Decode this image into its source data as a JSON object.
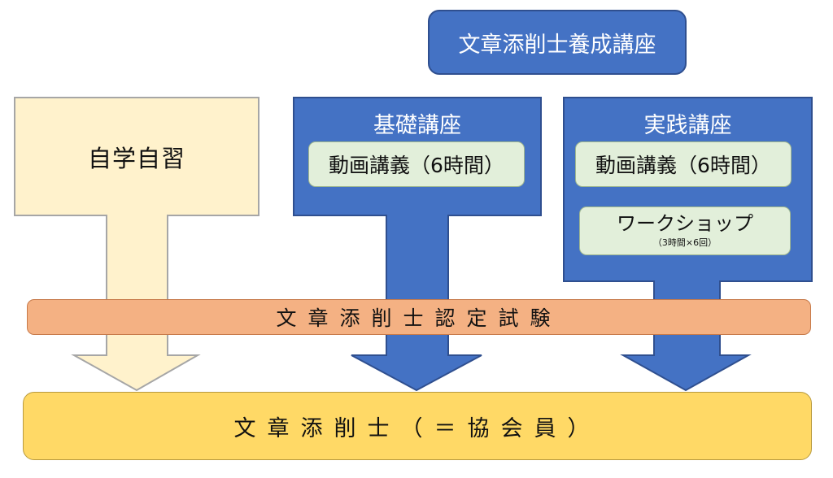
{
  "header": {
    "title": "文章添削士養成講座"
  },
  "self_study": {
    "label": "自学自習"
  },
  "basic_course": {
    "title": "基礎講座",
    "video_lecture": "動画講義（6時間）"
  },
  "practical_course": {
    "title": "実践講座",
    "video_lecture": "動画講義（6時間）",
    "workshop_title": "ワークショップ",
    "workshop_detail": "（3時間×6回）"
  },
  "exam": {
    "label": "文章添削士認定試験"
  },
  "result": {
    "label": "文章添削士（＝協会員）"
  },
  "colors": {
    "header_blue": "#4472c4",
    "arrow_blue": "#4472c4",
    "self_study_fill": "#fff2cc",
    "pill_fill": "#e2efda",
    "exam_fill": "#f4b183",
    "result_fill": "#ffd966"
  }
}
